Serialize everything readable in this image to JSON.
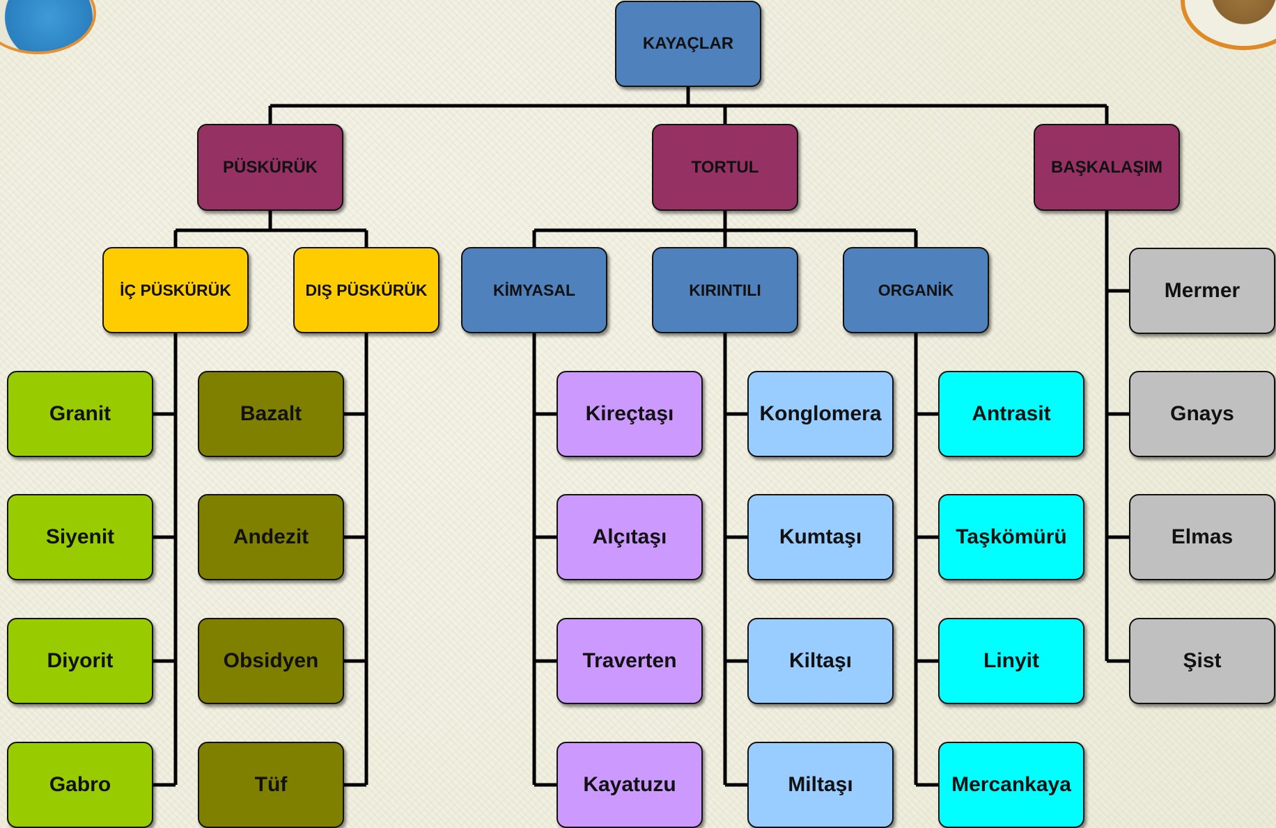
{
  "root": {
    "label": "KAYAÇLAR",
    "color": "#4f81bd"
  },
  "groups": {
    "puskuruk": {
      "label": "PÜSKÜRÜK",
      "color": "#953163"
    },
    "tortul": {
      "label": "TORTUL",
      "color": "#953163"
    },
    "baskalasim": {
      "label": "BAŞKALAŞIM",
      "color": "#953163"
    }
  },
  "subgroups": {
    "ic": {
      "label": "İÇ PÜSKÜRÜK",
      "color": "#ffcc00"
    },
    "dis": {
      "label": "DIŞ PÜSKÜRÜK",
      "color": "#ffcc00"
    },
    "kimyasal": {
      "label": "KİMYASAL",
      "color": "#4f81bd"
    },
    "kirintili": {
      "label": "KIRINTILI",
      "color": "#4f81bd"
    },
    "organik": {
      "label": "ORGANİK",
      "color": "#4f81bd"
    }
  },
  "leaves": {
    "ic": {
      "color": "#99cc00",
      "items": [
        "Granit",
        "Siyenit",
        "Diyorit",
        "Gabro"
      ]
    },
    "dis": {
      "color": "#808000",
      "items": [
        "Bazalt",
        "Andezit",
        "Obsidyen",
        "Tüf"
      ]
    },
    "kimyasal": {
      "color": "#cc99ff",
      "items": [
        "Kireçtaşı",
        "Alçıtaşı",
        "Traverten",
        "Kayatuzu"
      ]
    },
    "kirintili": {
      "color": "#99ccff",
      "items": [
        "Konglomera",
        "Kumtaşı",
        "Kiltaşı",
        "Miltaşı"
      ]
    },
    "organik": {
      "color": "#00ffff",
      "items": [
        "Antrasit",
        "Taşkömürü",
        "Linyit",
        "Mercankaya"
      ]
    },
    "baskalasim": {
      "color": "#c0c0c0",
      "items": [
        "Mermer",
        "Gnays",
        "Elmas",
        "Şist"
      ]
    }
  }
}
